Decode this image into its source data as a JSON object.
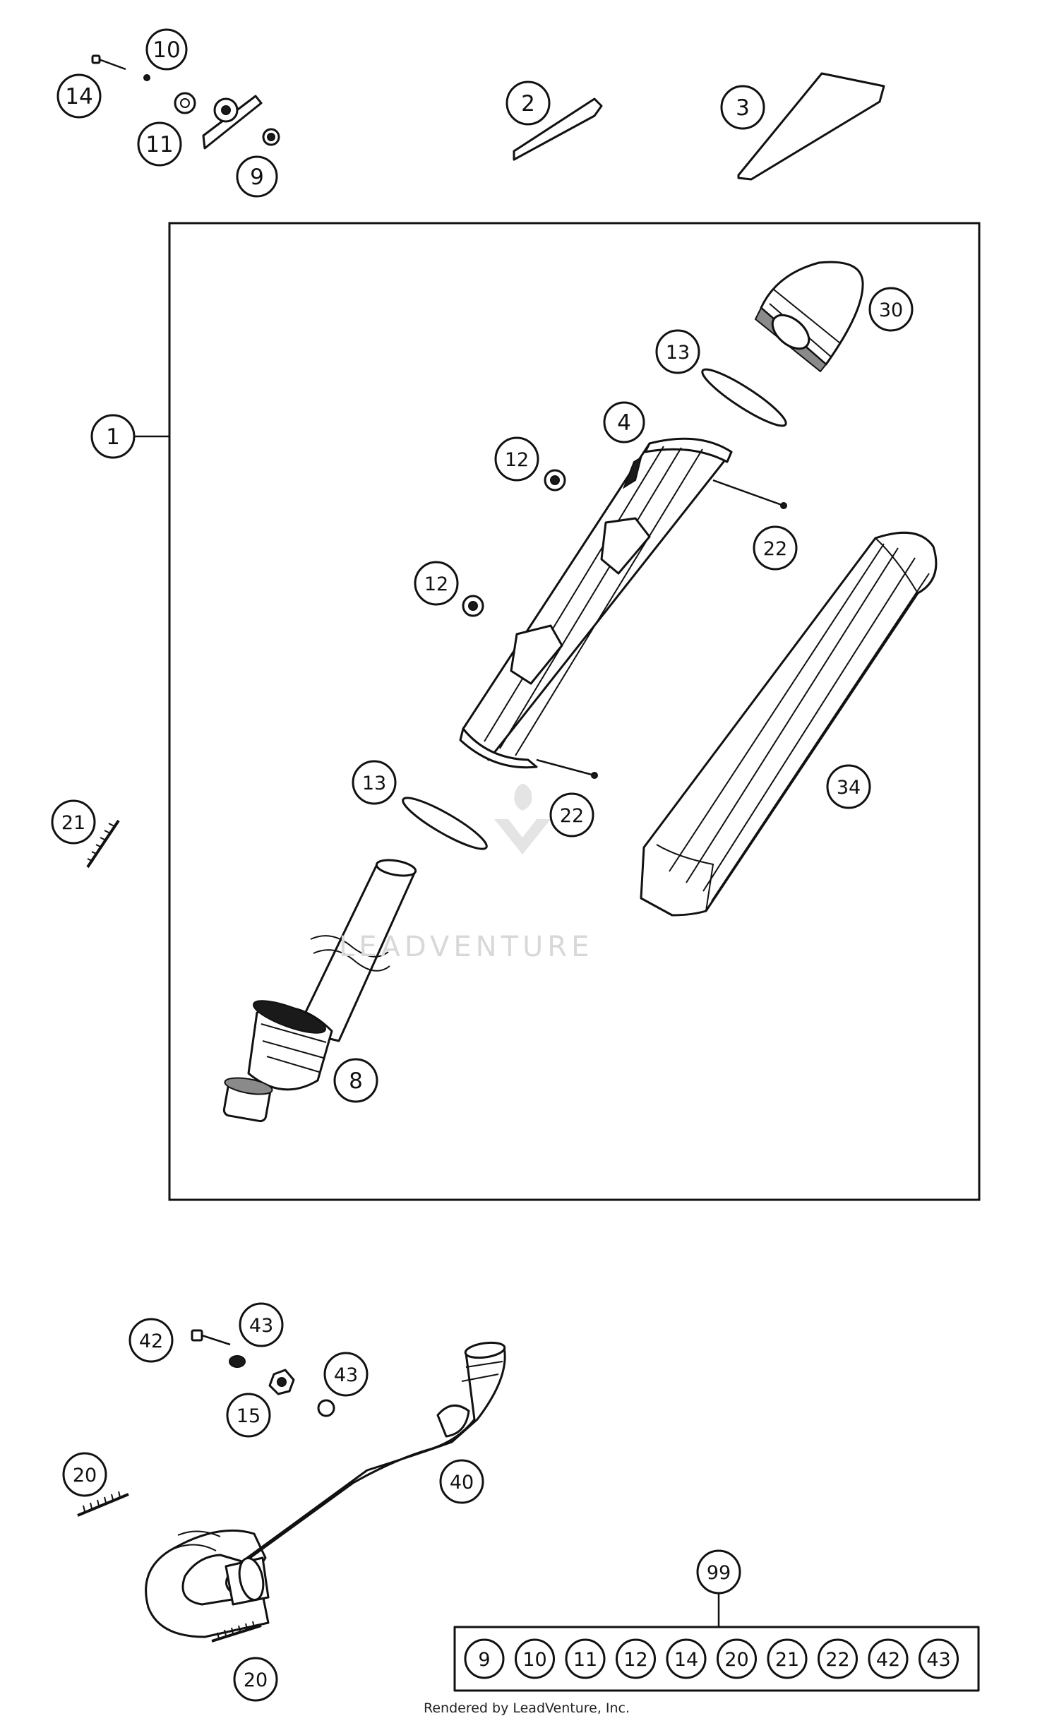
{
  "callouts": {
    "c14a": "14",
    "c10a": "10",
    "c11a": "11",
    "c9a": "9",
    "c2": "2",
    "c3": "3",
    "c1": "1",
    "c30": "30",
    "c13a": "13",
    "c4": "4",
    "c12a": "12",
    "c22a": "22",
    "c12b": "12",
    "c34": "34",
    "c21": "21",
    "c13b": "13",
    "c22b": "22",
    "c8": "8",
    "c42": "42",
    "c43a": "43",
    "c43b": "43",
    "c15": "15",
    "c40": "40",
    "c20a": "20",
    "c20b": "20",
    "c99": "99"
  },
  "kit_items": [
    "9",
    "10",
    "11",
    "12",
    "14",
    "20",
    "21",
    "22",
    "42",
    "43"
  ],
  "watermark": "LEADVENTURE",
  "credit": "Rendered by LeadVenture, Inc."
}
